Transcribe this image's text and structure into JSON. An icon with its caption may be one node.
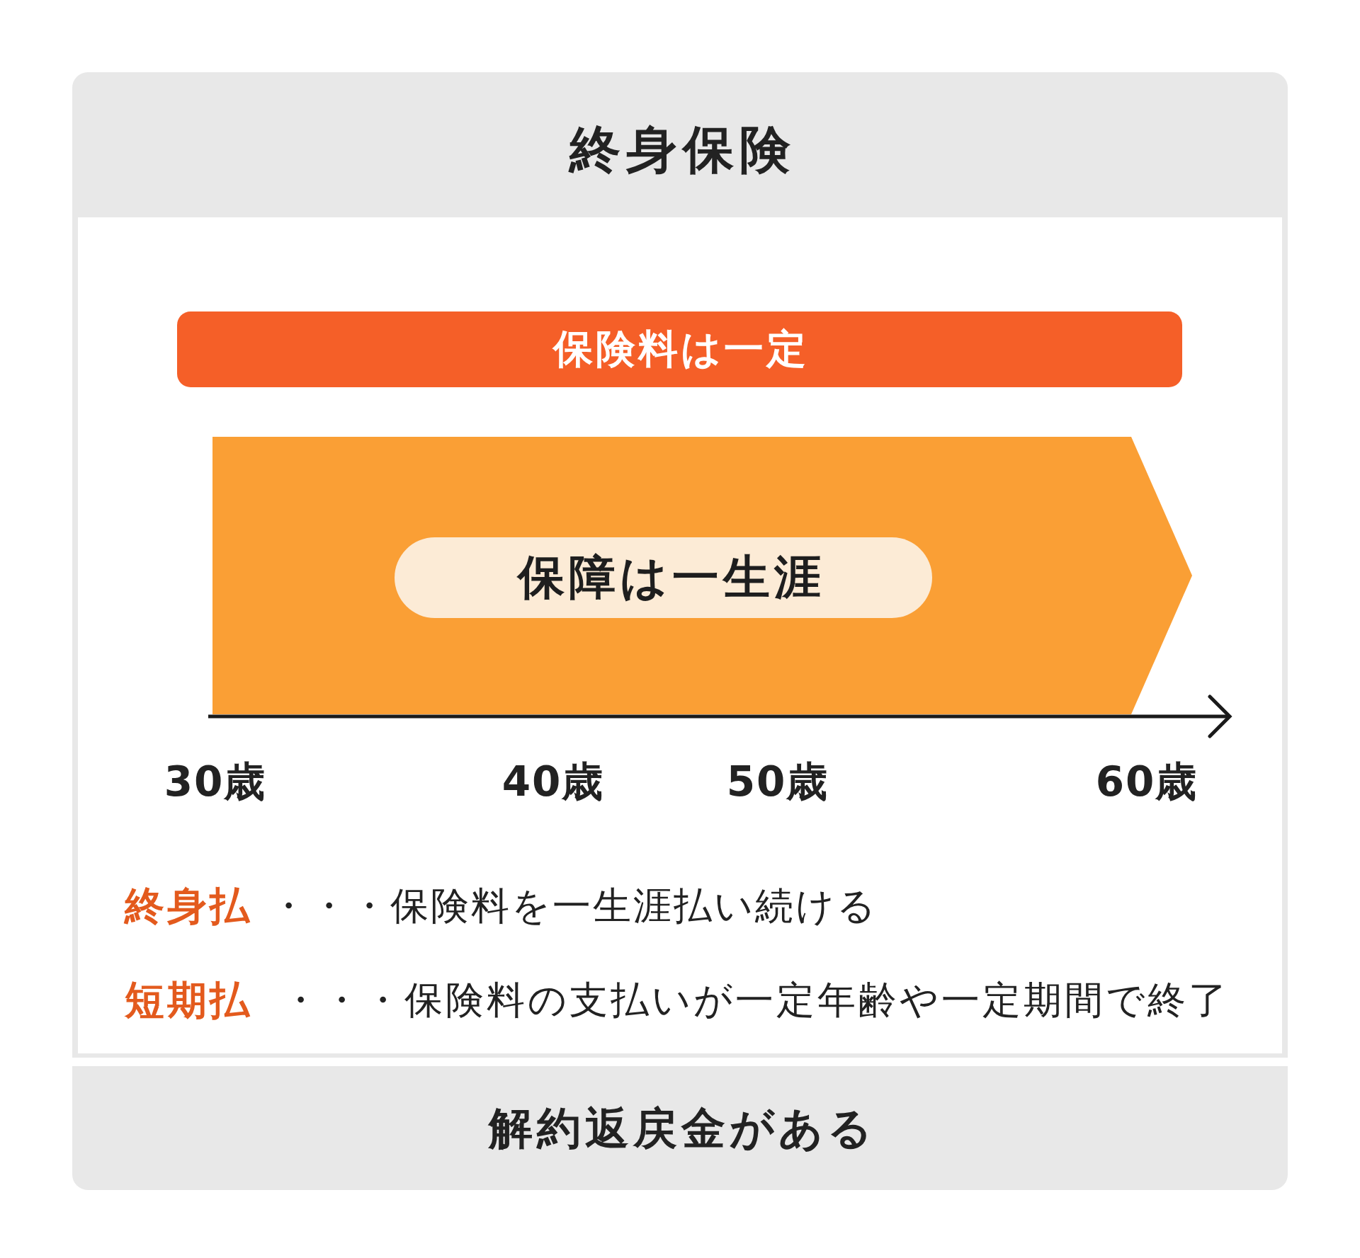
{
  "diagram": {
    "title": "終身保険",
    "nodes": [
      {
        "text": [
          "保険料は一定"
        ]
      },
      {
        "text": [],
        "shape": "arrow"
      },
      {
        "text": [
          "保障は一生涯"
        ],
        "in": 1
      },
      {
        "text": [
          "解約返戻金がある"
        ]
      }
    ],
    "labels": [
      "30歳",
      "40歳",
      "50歳",
      "60歳",
      "終身払",
      "・・・保険料を一生涯払い続ける",
      "短期払",
      "・・・保険料の支払いが一定年齢や一定期間で終了"
    ]
  }
}
